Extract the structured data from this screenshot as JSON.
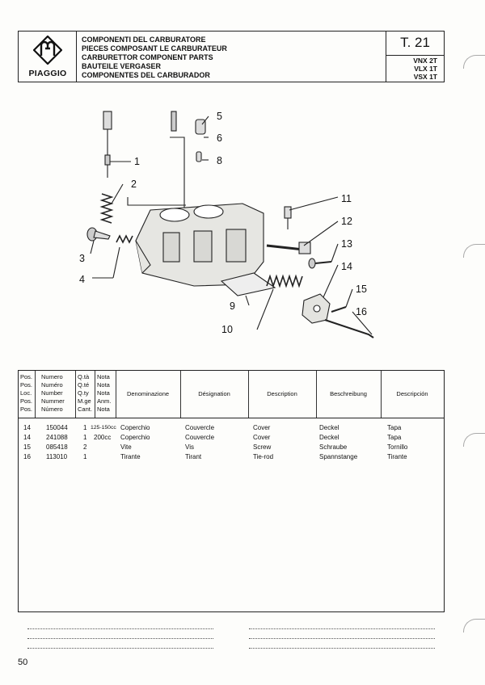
{
  "header": {
    "brand": "PIAGGIO",
    "titles": [
      "COMPONENTI DEL CARBURATORE",
      "PIECES COMPOSANT LE CARBURATEUR",
      "CARBURETTOR COMPONENT PARTS",
      "BAUTEILE VERGASER",
      "COMPONENTES DEL CARBURADOR"
    ],
    "table_code": "T. 21",
    "models": [
      "VNX 2T",
      "VLX 1T",
      "VSX 1T"
    ]
  },
  "diagram": {
    "callouts": [
      "1",
      "2",
      "3",
      "4",
      "5",
      "6",
      "8",
      "9",
      "10",
      "11",
      "12",
      "13",
      "14",
      "15",
      "16"
    ]
  },
  "table": {
    "header_columns": [
      [
        "Pos.",
        "Pos.",
        "Loc.",
        "Pos.",
        "Pos."
      ],
      [
        "Numero",
        "Numéro",
        "Number",
        "Nummer",
        "Número"
      ],
      [
        "Q.tà",
        "Q.té",
        "Q.ty",
        "M.ge",
        "Cant."
      ],
      [
        "Nota",
        "Nota",
        "Nota",
        "Anm.",
        "Nota"
      ]
    ],
    "header_languages": [
      "Denominazione",
      "Désignation",
      "Description",
      "Beschreibung",
      "Descripción"
    ],
    "rows": [
      {
        "pos": "14",
        "number": "150044",
        "qty": "1",
        "note": "125-150cc",
        "it": "Coperchio",
        "fr": "Couvercle",
        "en": "Cover",
        "de": "Deckel",
        "es": "Tapa"
      },
      {
        "pos": "14",
        "number": "241088",
        "qty": "1",
        "note": "200cc",
        "it": "Coperchio",
        "fr": "Couvercle",
        "en": "Cover",
        "de": "Deckel",
        "es": "Tapa"
      },
      {
        "pos": "15",
        "number": "085418",
        "qty": "2",
        "note": "",
        "it": "Vite",
        "fr": "Vis",
        "en": "Screw",
        "de": "Schraube",
        "es": "Tornillo"
      },
      {
        "pos": "16",
        "number": "113010",
        "qty": "1",
        "note": "",
        "it": "Tirante",
        "fr": "Tirant",
        "en": "Tie-rod",
        "de": "Spannstange",
        "es": "Tirante"
      }
    ]
  },
  "page_number": "50"
}
